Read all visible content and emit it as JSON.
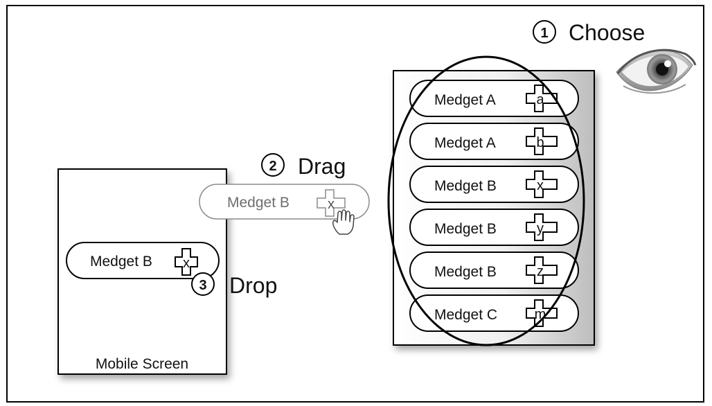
{
  "steps": {
    "choose": {
      "number": "1",
      "label": "Choose"
    },
    "drag": {
      "number": "2",
      "label": "Drag"
    },
    "drop": {
      "number": "3",
      "label": "Drop"
    }
  },
  "mobile_screen": {
    "label": "Mobile Screen",
    "dropped_medget": {
      "label": "Medget B",
      "icon_letter": "x"
    }
  },
  "dragging_medget": {
    "label": "Medget B",
    "icon_letter": "x"
  },
  "palette": {
    "items": [
      {
        "label": "Medget A",
        "icon_letter": "a"
      },
      {
        "label": "Medget A",
        "icon_letter": "b"
      },
      {
        "label": "Medget B",
        "icon_letter": "x"
      },
      {
        "label": "Medget B",
        "icon_letter": "y"
      },
      {
        "label": "Medget B",
        "icon_letter": "z"
      },
      {
        "label": "Medget C",
        "icon_letter": "m"
      }
    ]
  },
  "colors": {
    "frame": "#000000",
    "panel_fill": "#f3f3f3",
    "panel_shade": "#bdbdbd",
    "ghost_stroke": "#8a8a8a",
    "ghost_text": "#6e6e6e"
  }
}
